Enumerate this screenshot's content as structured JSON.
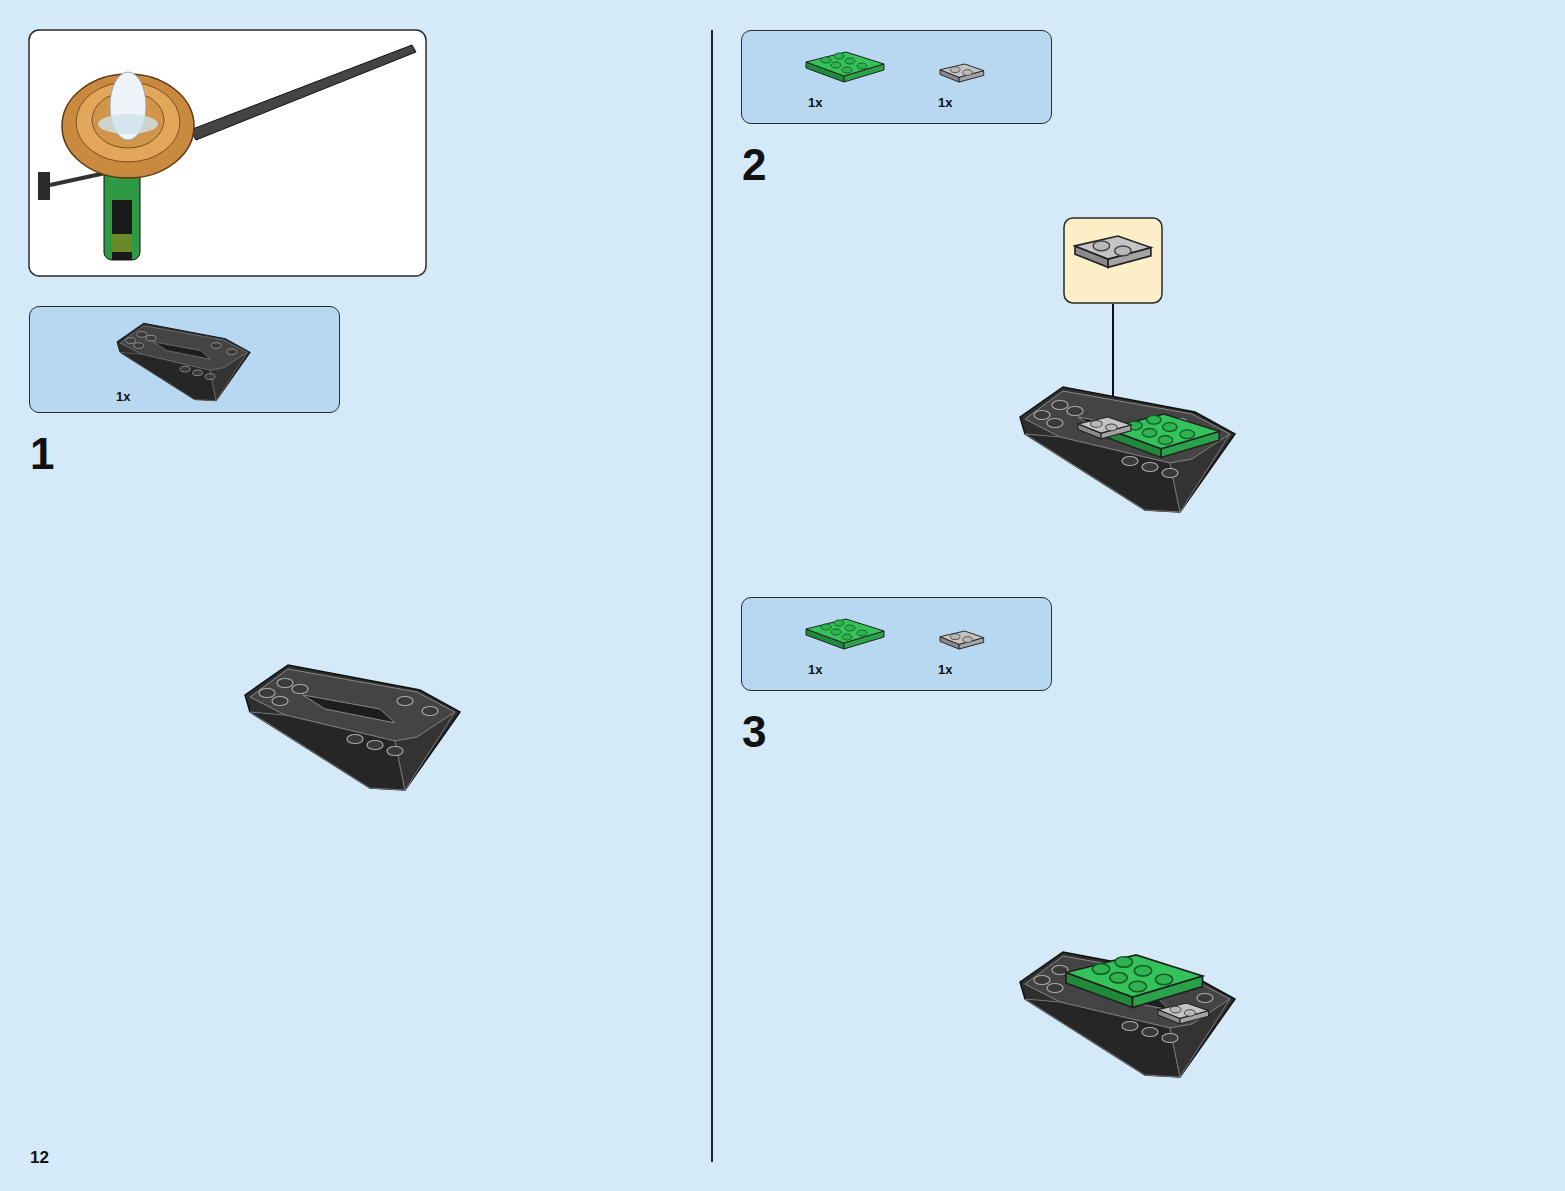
{
  "diagram": {
    "nodes": [
      {
        "text": [
          "1x"
        ]
      },
      {
        "text": [
          "1x",
          "1x"
        ]
      },
      {
        "text": [
          "1x",
          "1x"
        ]
      }
    ],
    "labels": [
      "1",
      "2",
      "3",
      "12"
    ]
  }
}
